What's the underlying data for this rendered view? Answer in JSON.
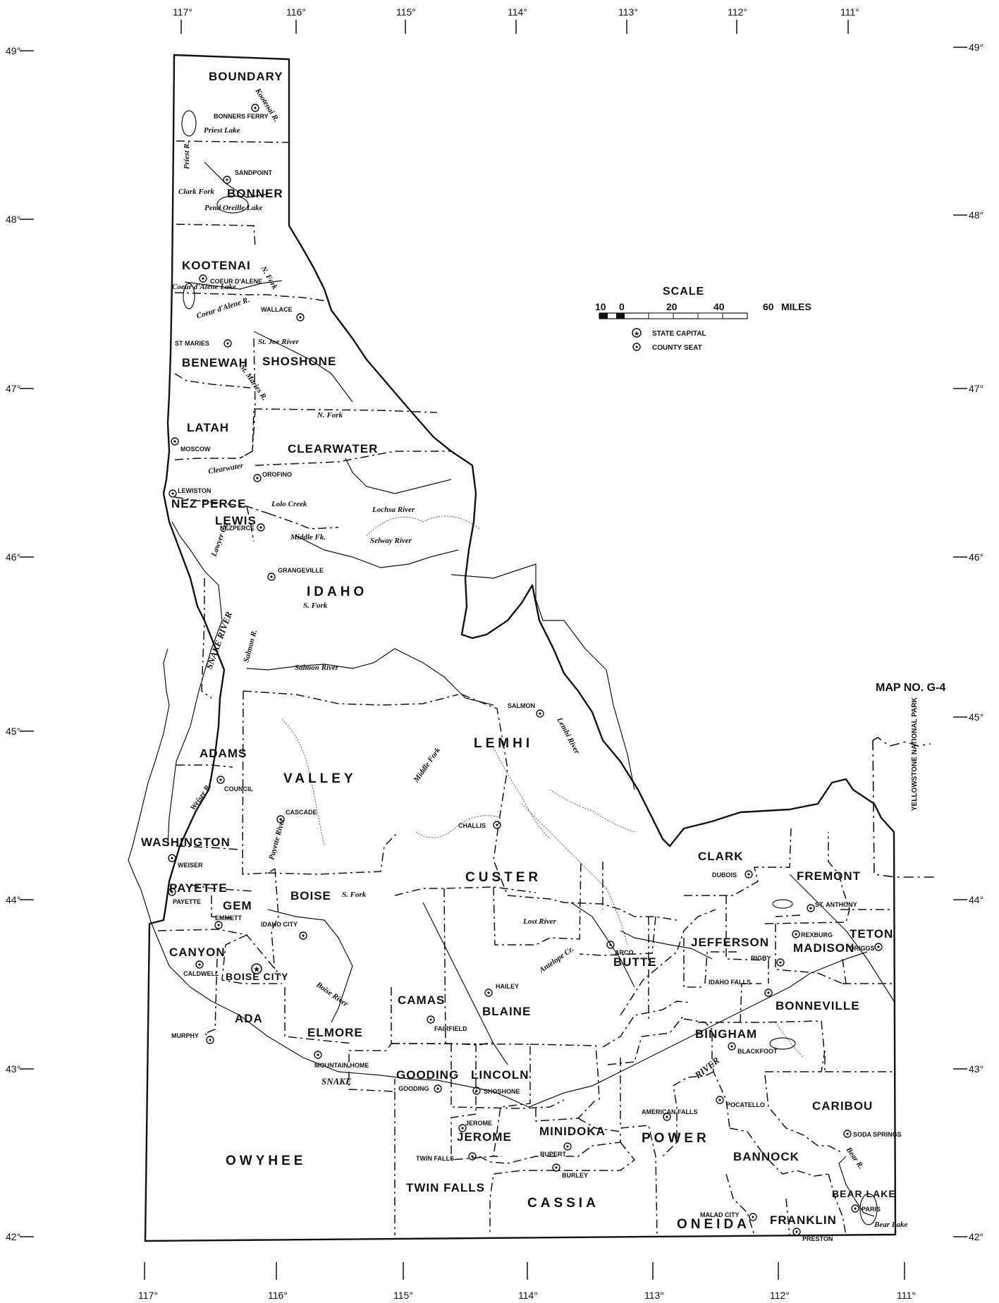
{
  "map_number": "MAP NO. G-4",
  "scale": {
    "title": "SCALE",
    "ticks": [
      "10",
      "0",
      "20",
      "40",
      "60"
    ],
    "unit": "MILES"
  },
  "legend": {
    "state_capital": "STATE CAPITAL",
    "county_seat": "COUNTY SEAT"
  },
  "longitudes_top": [
    "117°",
    "116°",
    "115°",
    "114°",
    "113°",
    "112°",
    "111°"
  ],
  "longitudes_bottom": [
    "117°",
    "116°",
    "115°",
    "114°",
    "113°",
    "112°",
    "111°"
  ],
  "latitudes": [
    "49°",
    "48°",
    "47°",
    "46°",
    "45°",
    "44°",
    "43°",
    "42°"
  ],
  "counties": [
    "BOUNDARY",
    "BONNER",
    "KOOTENAI",
    "BENEWAH",
    "SHOSHONE",
    "LATAH",
    "CLEARWATER",
    "NEZ PERCE",
    "LEWIS",
    "IDAHO",
    "ADAMS",
    "VALLEY",
    "LEMHI",
    "WASHINGTON",
    "PAYETTE",
    "GEM",
    "BOISE",
    "CUSTER",
    "CLARK",
    "FREMONT",
    "TETON",
    "JEFFERSON",
    "MADISON",
    "BUTTE",
    "CANYON",
    "BOISE CITY",
    "ADA",
    "CAMAS",
    "BLAINE",
    "BONNEVILLE",
    "BINGHAM",
    "ELMORE",
    "GOODING",
    "LINCOLN",
    "CARIBOU",
    "JEROME",
    "MINIDOKA",
    "POWER",
    "BANNOCK",
    "OWYHEE",
    "TWIN FALLS",
    "BEAR LAKE",
    "CASSIA",
    "ONEIDA",
    "FRANKLIN"
  ],
  "county_seats": [
    "BONNERS FERRY",
    "SANDPOINT",
    "COEUR D'ALENE",
    "WALLACE",
    "ST MARIES",
    "MOSCOW",
    "OROFINO",
    "LEWISTON",
    "NEZPERCE",
    "GRANGEVILLE",
    "SALMON",
    "COUNCIL",
    "CASCADE",
    "CHALLIS",
    "WEISER",
    "DUBOIS",
    "ST. ANTHONY",
    "PAYETTE",
    "EMMETT",
    "IDAHO CITY",
    "REXBURG",
    "DRIGGS",
    "RIGBY",
    "CALDWELL",
    "ARCO",
    "IDAHO FALLS",
    "HAILEY",
    "FAIRFIELD",
    "MURPHY",
    "BLACKFOOT",
    "MOUNTAIN HOME",
    "GOODING",
    "SHOSHONE",
    "POCATELLO",
    "AMERICAN FALLS",
    "JEROME",
    "SODA SPRINGS",
    "RUPERT",
    "TWIN FALLS",
    "BURLEY",
    "PARIS",
    "MALAD CITY",
    "PRESTON"
  ],
  "water_features": [
    "Kootenai R.",
    "Priest Lake",
    "Priest R.",
    "Clark Fork",
    "Pend Oreille Lake",
    "Coeur d'Alene Lake",
    "Coeur d'Alene R.",
    "N. Fork",
    "St. Joe River",
    "St. Maries R.",
    "N. Fork",
    "Clearwater",
    "Lolo Creek",
    "Lochsa River",
    "Middle Fk.",
    "Selway River",
    "Lawyer Cr.",
    "S. Fork",
    "Salmon R.",
    "Salmon River",
    "Middle Fork",
    "Lemhi River",
    "SNAKE RIVER",
    "Weiser R.",
    "Payette River",
    "S. Fork",
    "Boise River",
    "Lost River",
    "Antelope Cr.",
    "SNAKE",
    "RIVER",
    "Bear R.",
    "Bear Lake"
  ],
  "other_labels": [
    "YELLOWSTONE NATIONAL PARK"
  ]
}
